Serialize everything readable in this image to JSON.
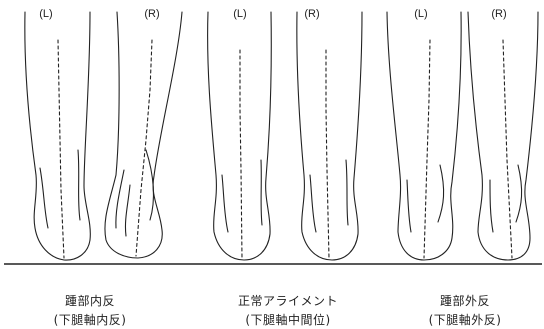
{
  "figure": {
    "groups": [
      {
        "id": "varus",
        "left_label": "(L)",
        "right_label": "(R)",
        "caption_line1": "踵部内反",
        "caption_line2": "(下腿軸内反)"
      },
      {
        "id": "neutral",
        "left_label": "(L)",
        "right_label": "(R)",
        "caption_line1": "正常アライメント",
        "caption_line2": "(下腿軸中間位)"
      },
      {
        "id": "valgus",
        "left_label": "(L)",
        "right_label": "(R)",
        "caption_line1": "踵部外反",
        "caption_line2": "(下腿軸外反)"
      }
    ],
    "colors": {
      "stroke": "#222222",
      "background": "#ffffff"
    }
  }
}
